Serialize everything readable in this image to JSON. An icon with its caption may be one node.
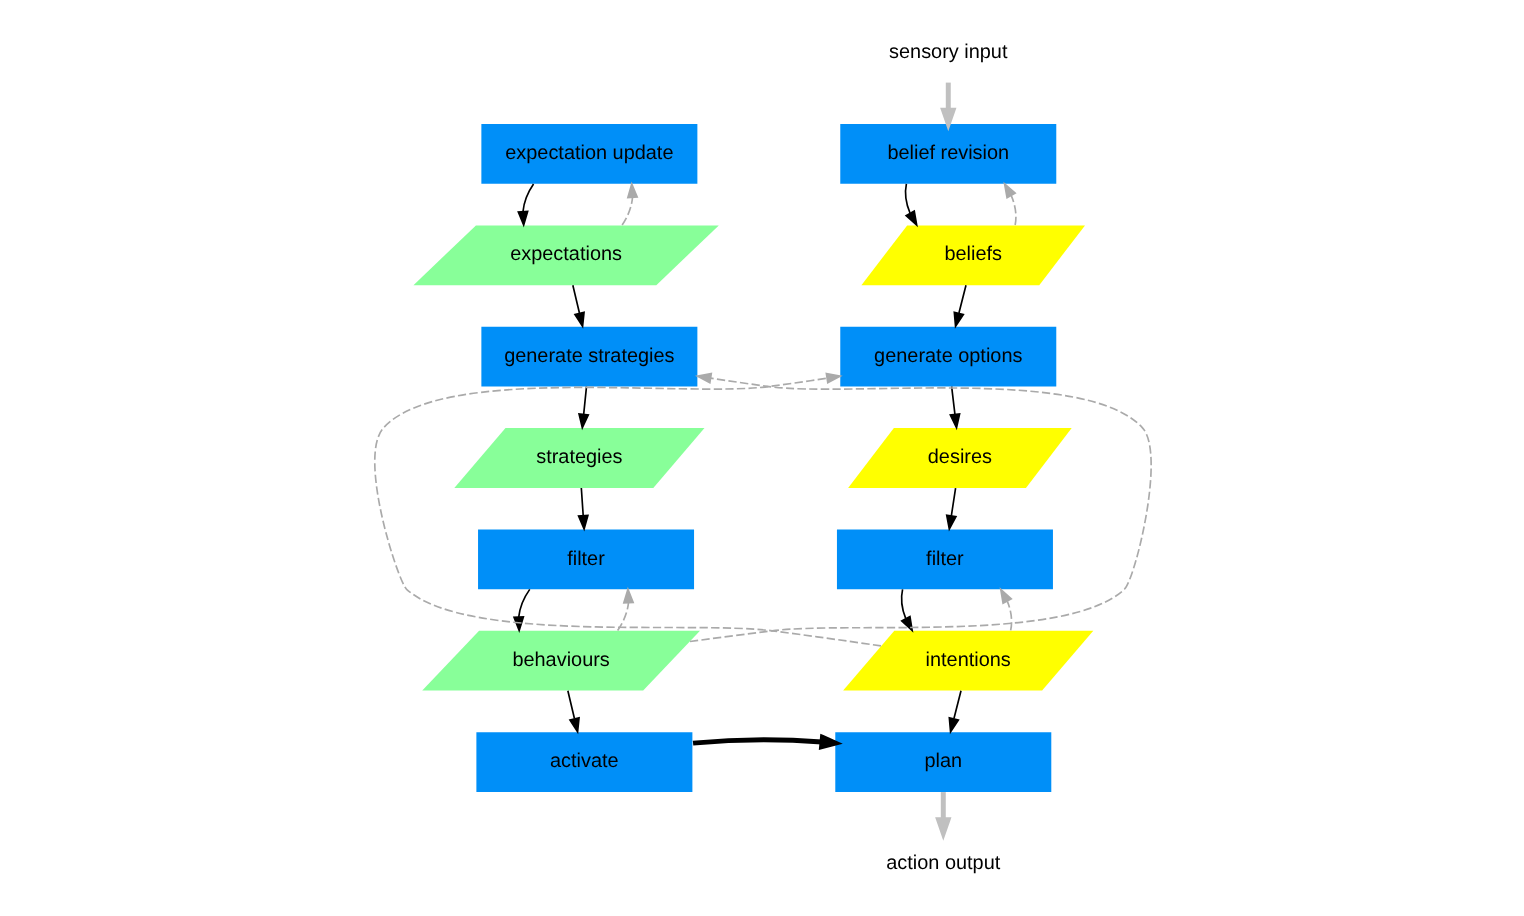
{
  "diagram": {
    "nodes": [
      {
        "text": [
          "sensory input"
        ]
      },
      {
        "text": [
          "expectation update"
        ]
      },
      {
        "text": [
          "belief revision"
        ]
      },
      {
        "text": [
          "expectations"
        ]
      },
      {
        "text": [
          "beliefs"
        ]
      },
      {
        "text": [
          "generate strategies"
        ]
      },
      {
        "text": [
          "generate options"
        ]
      },
      {
        "text": [
          "strategies"
        ]
      },
      {
        "text": [
          "desires"
        ]
      },
      {
        "text": [
          "filter"
        ]
      },
      {
        "text": [
          "filter"
        ]
      },
      {
        "text": [
          "behaviours"
        ]
      },
      {
        "text": [
          "intentions"
        ]
      },
      {
        "text": [
          "activate"
        ]
      },
      {
        "text": [
          "plan"
        ]
      },
      {
        "text": [
          "action output"
        ]
      }
    ],
    "edges": [
      {
        "from": 0,
        "to": 2,
        "arrow": "to",
        "style": "thick",
        "color": "#c0c0c0"
      },
      {
        "from": 1,
        "to": 3,
        "arrow": "to"
      },
      {
        "from": 3,
        "to": 1,
        "arrow": "to",
        "style": "dashed",
        "color": "#aaaaaa"
      },
      {
        "from": 4,
        "to": 2,
        "arrow": "to",
        "style": "dashed",
        "color": "#aaaaaa"
      },
      {
        "from": 2,
        "to": 4,
        "arrow": "to"
      },
      {
        "from": 3,
        "to": 5,
        "arrow": "to"
      },
      {
        "from": 4,
        "to": 6,
        "arrow": "to"
      },
      {
        "from": 5,
        "to": 7,
        "arrow": "to"
      },
      {
        "from": 6,
        "to": 8,
        "arrow": "to"
      },
      {
        "from": 7,
        "to": 9,
        "arrow": "to"
      },
      {
        "from": 8,
        "to": 10,
        "arrow": "to"
      },
      {
        "from": 9,
        "to": 11,
        "arrow": "to"
      },
      {
        "from": 10,
        "to": 12,
        "arrow": "to"
      },
      {
        "from": 11,
        "to": 5,
        "arrow": "to",
        "style": "dashed",
        "color": "#aaaaaa"
      },
      {
        "from": 11,
        "to": 9,
        "arrow": "to",
        "style": "dashed",
        "color": "#aaaaaa"
      },
      {
        "from": 12,
        "to": 6,
        "arrow": "to",
        "style": "dashed",
        "color": "#aaaaaa"
      },
      {
        "from": 12,
        "to": 10,
        "arrow": "to",
        "style": "dashed",
        "color": "#aaaaaa"
      },
      {
        "from": 11,
        "to": 13,
        "arrow": "to"
      },
      {
        "from": 12,
        "to": 14,
        "arrow": "to"
      },
      {
        "from": 13,
        "to": 14,
        "arrow": "to",
        "style": "thick"
      },
      {
        "from": 14,
        "to": 15,
        "arrow": "to",
        "style": "thick",
        "color": "#c0c0c0"
      }
    ]
  }
}
